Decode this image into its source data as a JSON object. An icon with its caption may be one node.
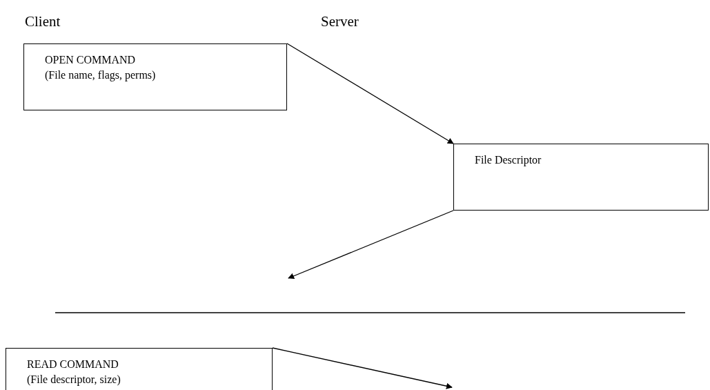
{
  "diagram": {
    "nodes": [
      {
        "text": [
          "OPEN COMMAND",
          "(File name, flags, perms)"
        ]
      },
      {
        "text": [
          "File Descriptor"
        ]
      },
      {
        "text": [
          "READ COMMAND",
          "(File descriptor, size)"
        ]
      }
    ],
    "edges": [
      {
        "from": 0,
        "to": 1,
        "arrow": "to"
      },
      {
        "from": 1,
        "to": null,
        "arrow": "to"
      },
      {
        "from": 2,
        "to": null,
        "arrow": "to"
      }
    ],
    "labels": [
      "Client",
      "Server"
    ]
  }
}
